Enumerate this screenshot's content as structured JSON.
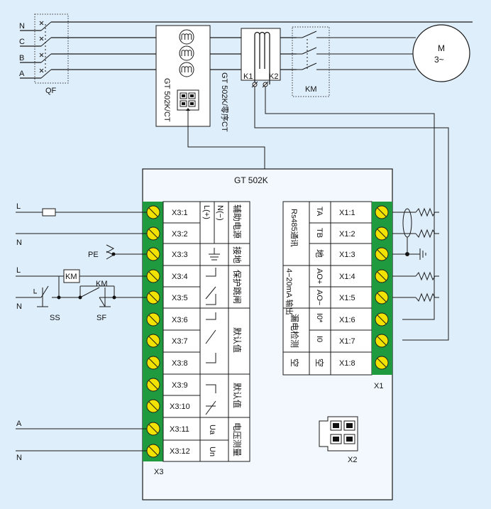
{
  "wire_labels": [
    "N",
    "C",
    "B",
    "A"
  ],
  "qf_label": "QF",
  "ct1_label": "GT 502K/CT",
  "ct2_label": "GT 502K/零序CT",
  "k1_label": "K1",
  "k2_label": "K2",
  "km_top_label": "KM",
  "motor": {
    "line1": "M",
    "line2": "3~"
  },
  "main_title": "GT 502K",
  "left_wires": {
    "l1": "L",
    "n1": "N",
    "pe": "PE",
    "l2": "L",
    "km_coil": "KM",
    "km_contact": "KM",
    "n2": "N",
    "ss": "SS",
    "sf": "SF",
    "a": "A",
    "n3": "N"
  },
  "x3_label": "X3",
  "x3_terminals": [
    "X3:1",
    "X3:2",
    "X3:3",
    "X3:4",
    "X3:5",
    "X3:6",
    "X3:7",
    "X3:8",
    "X3:9",
    "X3:10",
    "X3:11",
    "X3:12"
  ],
  "x3_signals": {
    "l": "L(+)",
    "n": "N(−)",
    "ua": "Ua",
    "un": "Un"
  },
  "x3_functions": [
    "辅助电源",
    "接地",
    "保护跳闸",
    "默认值",
    "默认值",
    "电压测量"
  ],
  "x1_label": "X1",
  "x1_terminals": [
    "X1:1",
    "X1:2",
    "X1:3",
    "X1:4",
    "X1:5",
    "X1:6",
    "X1:7",
    "X1:8"
  ],
  "x1_signals": [
    "TA",
    "TB",
    "地",
    "AO+",
    "AO−",
    "I0*",
    "I0",
    "空"
  ],
  "x1_functions": [
    "Rs485通讯",
    "4−20mA\n输出",
    "漏电检测",
    "空"
  ],
  "x2_label": "X2"
}
